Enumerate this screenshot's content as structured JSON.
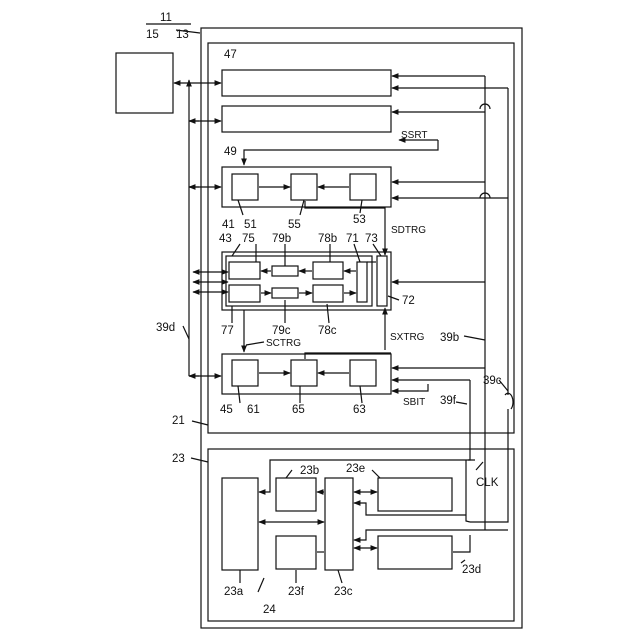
{
  "labels": {
    "n11": "11",
    "n15": "15",
    "n13": "13",
    "n47": "47",
    "n49": "49",
    "ssrt": "SSRT",
    "n41": "41",
    "n51": "51",
    "n55": "55",
    "n53": "53",
    "sdtrg": "SDTRG",
    "n43": "43",
    "n75": "75",
    "n79b": "79b",
    "n78b": "78b",
    "n71": "71",
    "n73": "73",
    "n72": "72",
    "n77": "77",
    "n79c": "79c",
    "n78c": "78c",
    "sxtrg": "SXTRG",
    "n39d": "39d",
    "n39b": "39b",
    "sctrg": "SCTRG",
    "n39c": "39c",
    "n45": "45",
    "n61": "61",
    "n65": "65",
    "n63": "63",
    "sbit": "SBIT",
    "n39f": "39f",
    "n21": "21",
    "n23": "23",
    "n23b": "23b",
    "n23e": "23e",
    "clk": "CLK",
    "n23d": "23d",
    "n23a": "23a",
    "n23f": "23f",
    "n23c": "23c",
    "n24": "24"
  }
}
